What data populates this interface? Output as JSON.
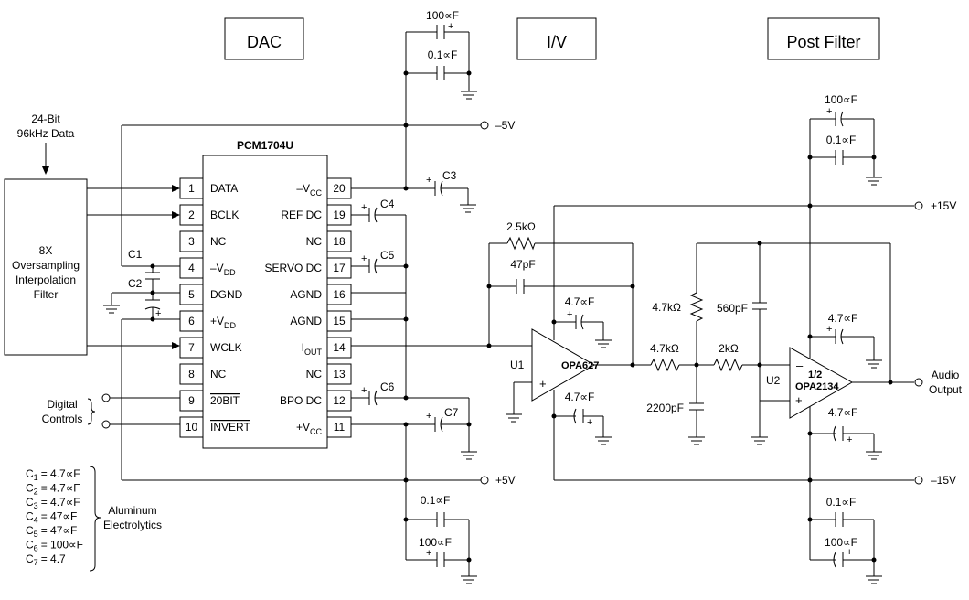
{
  "sections": {
    "dac": "DAC",
    "iv": "I/V",
    "post_filter": "Post Filter"
  },
  "input": {
    "data_label_line1": "24-Bit",
    "data_label_line2": "96kHz Data"
  },
  "filter_block": {
    "line1": "8X",
    "line2": "Oversampling",
    "line3": "Interpolation",
    "line4": "Filter"
  },
  "chip": {
    "name": "PCM1704U",
    "left_pins": [
      {
        "num": "1",
        "label": "DATA",
        "sub": ""
      },
      {
        "num": "2",
        "label": "BCLK",
        "sub": ""
      },
      {
        "num": "3",
        "label": "NC",
        "sub": ""
      },
      {
        "num": "4",
        "label": "–V",
        "sub": "DD"
      },
      {
        "num": "5",
        "label": "DGND",
        "sub": ""
      },
      {
        "num": "6",
        "label": "+V",
        "sub": "DD"
      },
      {
        "num": "7",
        "label": "WCLK",
        "sub": ""
      },
      {
        "num": "8",
        "label": "NC",
        "sub": ""
      },
      {
        "num": "9",
        "label": "20BIT",
        "sub": ""
      },
      {
        "num": "10",
        "label": "INVERT",
        "sub": ""
      }
    ],
    "right_pins": [
      {
        "num": "20",
        "label": "–V",
        "sub": "CC"
      },
      {
        "num": "19",
        "label": "REF DC",
        "sub": ""
      },
      {
        "num": "18",
        "label": "NC",
        "sub": ""
      },
      {
        "num": "17",
        "label": "SERVO DC",
        "sub": ""
      },
      {
        "num": "16",
        "label": "AGND",
        "sub": ""
      },
      {
        "num": "15",
        "label": "AGND",
        "sub": ""
      },
      {
        "num": "14",
        "label": "I",
        "sub": "OUT"
      },
      {
        "num": "13",
        "label": "NC",
        "sub": ""
      },
      {
        "num": "12",
        "label": "BPO DC",
        "sub": ""
      },
      {
        "num": "11",
        "label": "+V",
        "sub": "CC"
      }
    ]
  },
  "digital_controls": {
    "line1": "Digital",
    "line2": "Controls"
  },
  "rails": {
    "neg5": "–5V",
    "pos5": "+5V",
    "pos15": "+15V",
    "neg15": "–15V"
  },
  "cap_labels": {
    "c1": "C1",
    "c2": "C2",
    "c3": "C3",
    "c4": "C4",
    "c5": "C5",
    "c6": "C6",
    "c7": "C7"
  },
  "components": {
    "cap_100uf": "100∝F",
    "cap_01uf": "0.1∝F",
    "cap_47uf": "4.7∝F",
    "r_25k": "2.5kΩ",
    "c_47pf": "47pF",
    "r_47k_a": "4.7kΩ",
    "r_47k_b": "4.7kΩ",
    "c_560pf": "560pF",
    "r_2k": "2kΩ",
    "c_2200pf": "2200pF"
  },
  "opamps": {
    "u1_ref": "U1",
    "u1_name": "OPA627",
    "u2_ref": "U2",
    "u2_frac": "1/2",
    "u2_name": "OPA2134"
  },
  "output": {
    "line1": "Audio",
    "line2": "Output"
  },
  "legend": {
    "items": [
      {
        "name": "C",
        "sub": "1",
        "value": "= 4.7∝F"
      },
      {
        "name": "C",
        "sub": "2",
        "value": "= 4.7∝F"
      },
      {
        "name": "C",
        "sub": "3",
        "value": "= 4.7∝F"
      },
      {
        "name": "C",
        "sub": "4",
        "value": "= 47∝F"
      },
      {
        "name": "C",
        "sub": "5",
        "value": "= 47∝F"
      },
      {
        "name": "C",
        "sub": "6",
        "value": "= 100∝F"
      },
      {
        "name": "C",
        "sub": "7",
        "value": "= 4.7"
      }
    ],
    "note_line1": "Aluminum",
    "note_line2": "Electrolytics"
  }
}
